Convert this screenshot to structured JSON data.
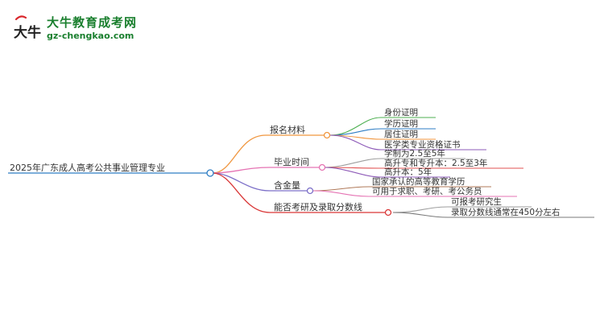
{
  "logo": {
    "glyph": "大牛",
    "site_name": "大牛教育成考网",
    "url": "gz-chengkao.com"
  },
  "mindmap": {
    "root": "2025年广东成人高考公共事业管理专业",
    "branches": [
      {
        "label": "报名材料",
        "color": "#f0963f",
        "children": [
          {
            "label": "身份证明",
            "color": "#4caf50"
          },
          {
            "label": "学历证明",
            "color": "#2e7dc4"
          },
          {
            "label": "居住证明",
            "color": "#f0963f"
          },
          {
            "label": "医学类专业资格证书",
            "color": "#8e5bb8"
          }
        ]
      },
      {
        "label": "毕业时间",
        "color": "#e573b3",
        "children": [
          {
            "label": "学制为2.5至5年",
            "color": "#9e9e9e"
          },
          {
            "label": "高升专和专升本：2.5至3年",
            "color": "#e05050"
          },
          {
            "label": "高升本：5年",
            "color": "#8e5bb8"
          }
        ]
      },
      {
        "label": "含金量",
        "color": "#7c6fc8",
        "children": [
          {
            "label": "国家承认的高等教育学历",
            "color": "#b07a5a"
          },
          {
            "label": "可用于求职、考研、考公务员",
            "color": "#e573b3"
          }
        ]
      },
      {
        "label": "能否考研及录取分数线",
        "color": "#d93636",
        "children": [
          {
            "label": "可报考研究生",
            "color": "#9e9e9e"
          },
          {
            "label": "录取分数线通常在450分左右",
            "color": "#7a7a7a"
          }
        ]
      }
    ]
  }
}
